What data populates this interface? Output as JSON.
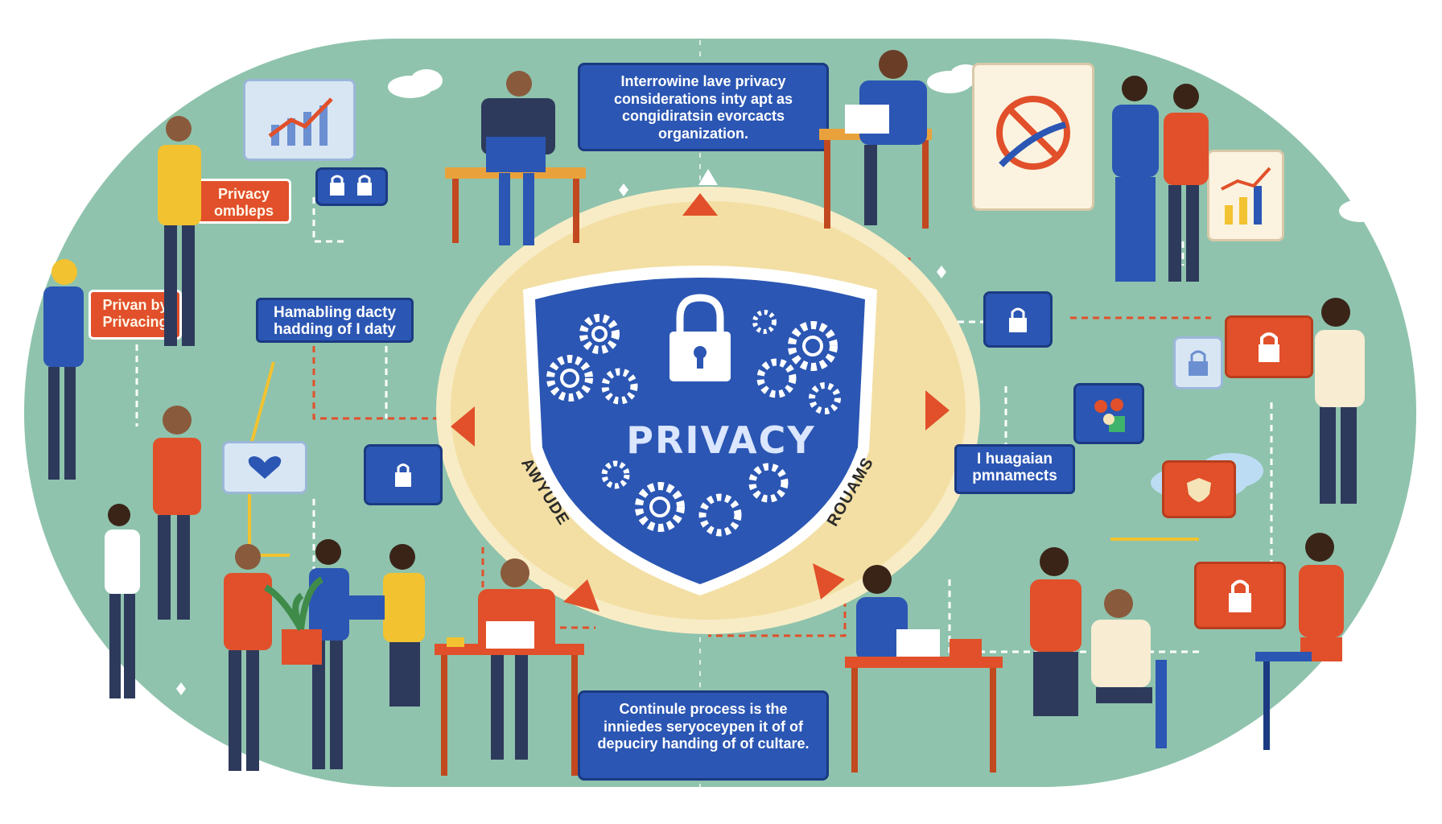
{
  "center": {
    "title": "PRIVACY",
    "left_arc_label": "AWYUDE",
    "right_arc_label": "ROUAMS"
  },
  "notes": {
    "top": "Interrowine lave privacy considerations inty apt as congidiratsin evorcacts organization.",
    "bottom": "Continule process is the inniedes seryoceypen it of of depuciry handing of of cultare."
  },
  "tags": {
    "privacy_ombleps": "Privacy ombleps",
    "privan_by": "Privan by Privacing"
  },
  "boxes": {
    "handling": "Hamabling dacty hadding of I daty",
    "huagan": "I huagaian pmnamects"
  },
  "colors": {
    "background": "#8fc3ad",
    "shield": "#2b56b3",
    "accent": "#e1502a",
    "ring": "#f3dfa4"
  },
  "icons": [
    "shield-icon",
    "padlock-icon",
    "gear-icon",
    "chart-icon",
    "laptop-icon",
    "cloud-icon",
    "heart-icon",
    "plant-icon"
  ]
}
